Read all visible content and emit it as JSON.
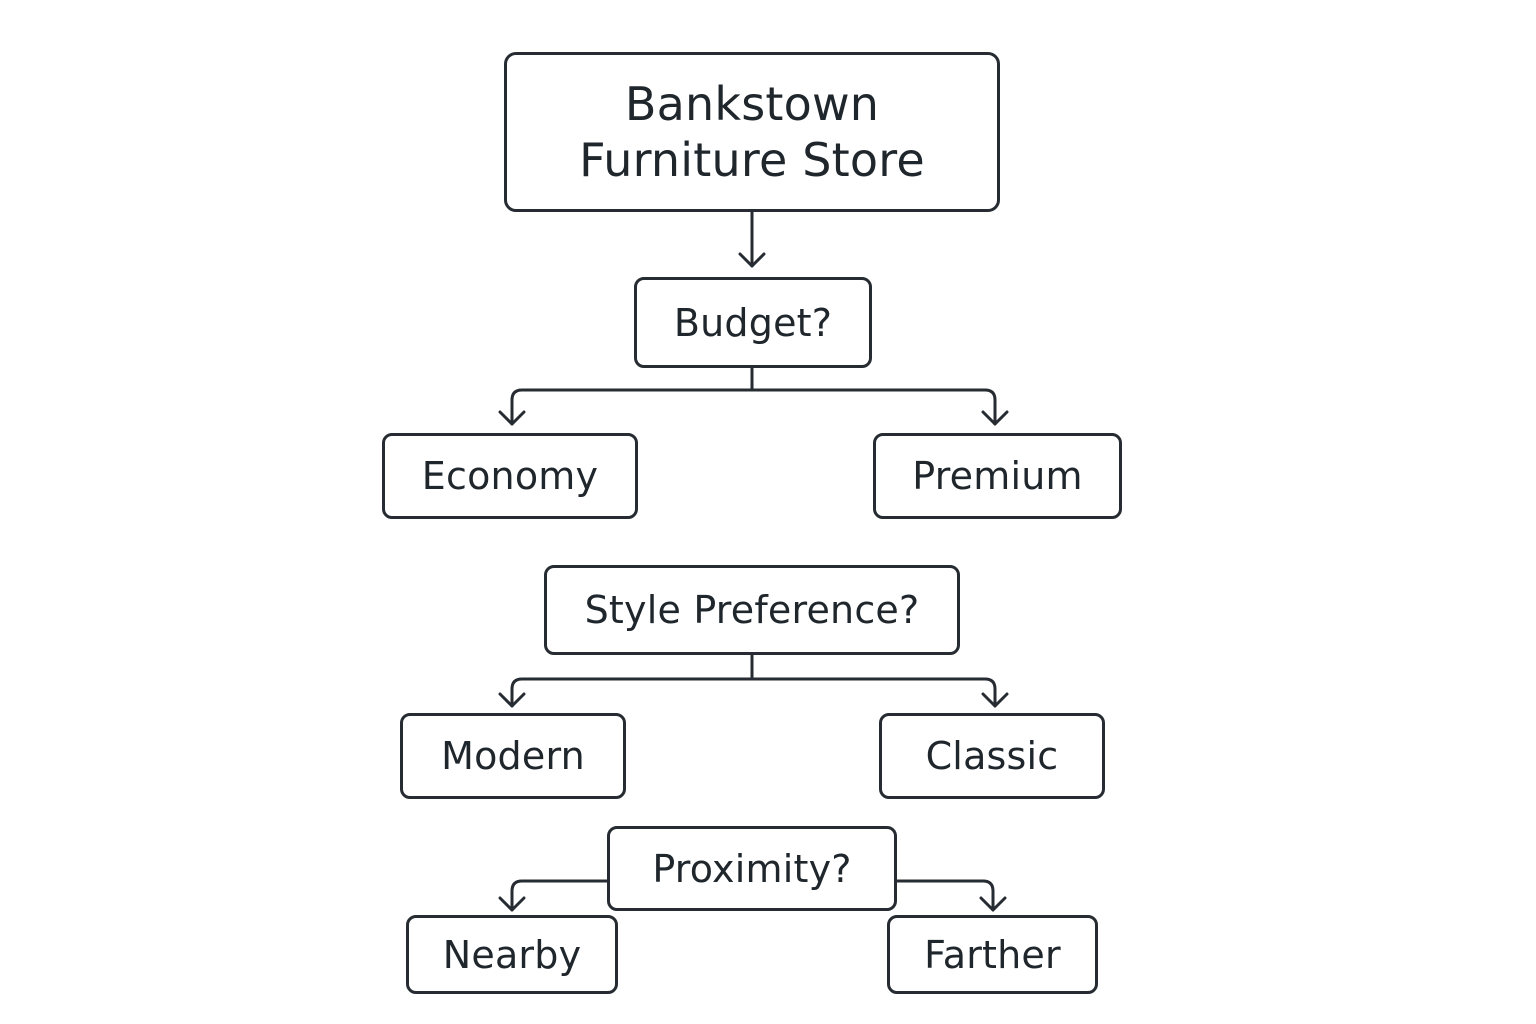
{
  "diagram": {
    "root": {
      "line1": "Bankstown",
      "line2": "Furniture Store"
    },
    "budget": {
      "question": "Budget?",
      "options": [
        "Economy",
        "Premium"
      ]
    },
    "style": {
      "question": "Style Preference?",
      "options": [
        "Modern",
        "Classic"
      ]
    },
    "proximity": {
      "question": "Proximity?",
      "options": [
        "Nearby",
        "Farther"
      ]
    },
    "colors": {
      "stroke": "#262c31",
      "text": "#1f262c",
      "background": "#ffffff"
    }
  }
}
